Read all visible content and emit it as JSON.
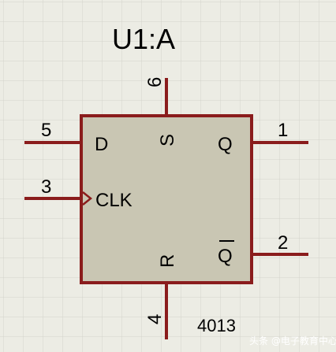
{
  "colors": {
    "background": "#ecece4",
    "grid": "#d3d3cb",
    "body_fill": "#c9c6b3",
    "wire": "#8a1c1c",
    "text": "#000000"
  },
  "component": {
    "ref": "U1:A",
    "part": "4013",
    "pins": {
      "d": {
        "number": "5",
        "label": "D"
      },
      "clk": {
        "number": "3",
        "label": "CLK"
      },
      "s": {
        "number": "6",
        "label": "S"
      },
      "r": {
        "number": "4",
        "label": "R"
      },
      "q": {
        "number": "1",
        "label": "Q"
      },
      "qbar": {
        "number": "2",
        "label": "Q"
      }
    }
  },
  "watermark": "头条 @电子教育中心"
}
